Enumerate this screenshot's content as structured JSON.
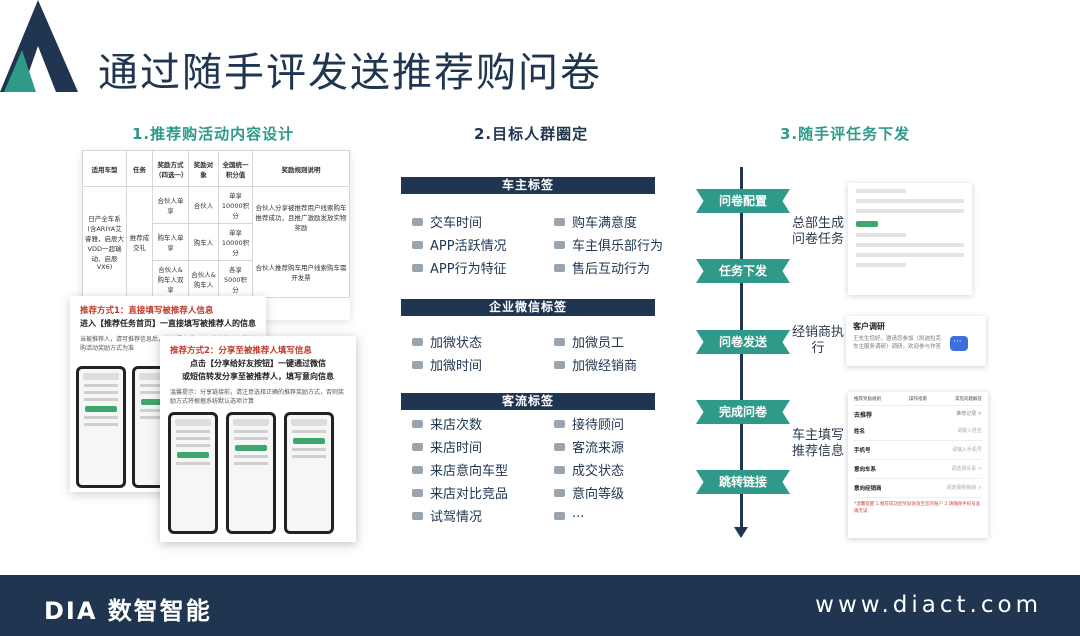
{
  "title": "通过随手评发送推荐购问卷",
  "colors": {
    "navy": "#1f3550",
    "teal": "#2f9a8a",
    "accent": "#3fa66d"
  },
  "columns": {
    "col1_title": "1.推荐购活动内容设计",
    "col2_title": "2.目标人群圈定",
    "col3_title": "3.随手评任务下发"
  },
  "table": {
    "headers": [
      "适用车型",
      "任务",
      "奖励方式（四选一）",
      "奖励对象",
      "全国统一积分值",
      "奖励规则说明"
    ],
    "model_cell": "日产全车系(含ARIYA艾睿雅，启辰大VDD一超瑞动、启辰VX6)",
    "task_cell": "推荐成交礼",
    "rows": [
      {
        "method": "合伙人单享",
        "target": "合伙人",
        "points": "单享10000积分"
      },
      {
        "method": "购车人单享",
        "target": "购车人",
        "points": "单享10000积分"
      },
      {
        "method": "合伙人&购车人双享",
        "target": "合伙人&购车人",
        "points": "各享5000积分"
      }
    ],
    "rule_1": "合伙人分享被推荐用户线索购车推荐成功，且推广激励发放实物奖励",
    "rule_2": "合伙人推荐购车用户线索购车需开发票"
  },
  "card_a": {
    "title": "推荐方式1：直接填写被推荐人信息",
    "subtitle": "进入【推荐任务首页】一直接填写被推荐人的信息",
    "body": "当被推荐人，请可推荐信息后，点击提交后，即可参加奖励及推荐购活动奖励方式为准"
  },
  "card_b": {
    "title": "推荐方式2：分享至被推荐人填写信息",
    "subtitle_1": "点击【分享给好友按钮】一键通过微信",
    "subtitle_2": "或短信转发分享至被推荐人，填写意向信息",
    "body": "温馨提示：分享链接前，请注意选择正确的推荐奖励方式，否则奖励方式将根据系统默认选项计算"
  },
  "bands": {
    "owner": "车主标签",
    "wecom": "企业微信标签",
    "traffic": "客流标签"
  },
  "owner_tags": [
    "交车时间",
    "购车满意度",
    "APP活跃情况",
    "车主俱乐部行为",
    "APP行为特征",
    "售后互动行为"
  ],
  "wecom_tags": [
    "加微状态",
    "加微员工",
    "加微时间",
    "加微经销商"
  ],
  "traffic_tags": [
    "来店次数",
    "接待顾问",
    "来店时间",
    "客流来源",
    "来店意向车型",
    "成交状态",
    "来店对比竞品",
    "意向等级",
    "试驾情况",
    "···"
  ],
  "steps": [
    "问卷配置",
    "任务下发",
    "问卷发送",
    "完成问卷",
    "跳转链接"
  ],
  "step_desc": {
    "hq": "总部生成问卷任务",
    "dealer": "经销商执行",
    "owner": "车主填写推荐信息"
  },
  "survey": {
    "title": "客户调研",
    "text": "王先生您好，邀请您参加（凯迪拉克车主服务调研）调研，欢迎参与作答"
  },
  "form": {
    "tabs": [
      "推荐奖励规则",
      "操作指南",
      "常见问题解答"
    ],
    "head": "去推荐",
    "head_right": "推荐记录 >",
    "fields": [
      {
        "label": "姓名",
        "hint": "请输入姓名"
      },
      {
        "label": "手机号",
        "hint": "请输入手机号"
      },
      {
        "label": "意向车系",
        "hint": "请选择车系 >"
      },
      {
        "label": "意向经销商",
        "hint": "请选择经销商 >"
      }
    ],
    "note": "*温馨提醒 1.推荐成功后奖励发放至您的账户 2.请确保手机号准确无误"
  },
  "footer": {
    "brand": "DIA 数智智能",
    "url": "www.diact.com"
  }
}
